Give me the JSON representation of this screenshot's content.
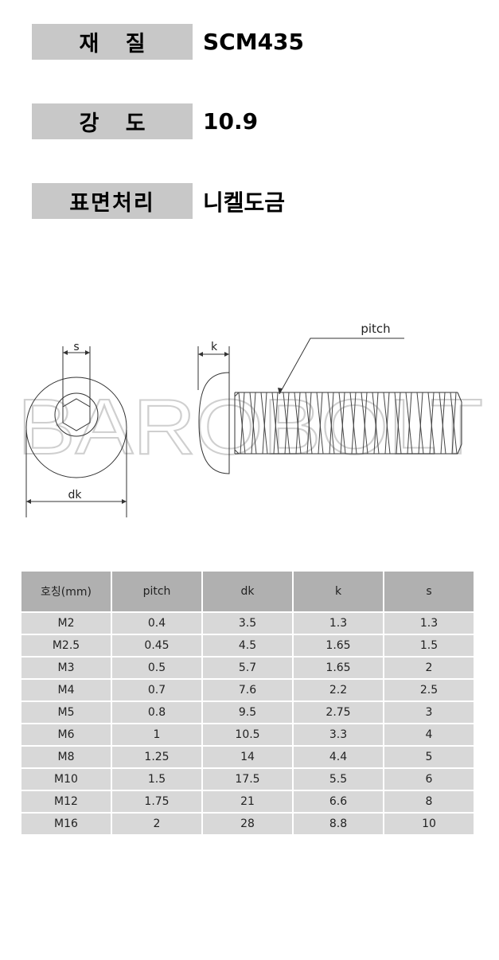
{
  "specs": [
    {
      "label": "재 질",
      "value": "SCM435"
    },
    {
      "label": "강 도",
      "value": "10.9"
    },
    {
      "label": "표면처리",
      "value": "니켈도금"
    }
  ],
  "diagram": {
    "watermark": "BAROBOLT",
    "label_s": "s",
    "label_dk": "dk",
    "label_k": "k",
    "label_pitch": "pitch"
  },
  "table": {
    "headers": [
      "호칭(mm)",
      "pitch",
      "dk",
      "k",
      "s"
    ],
    "rows": [
      [
        "M2",
        "0.4",
        "3.5",
        "1.3",
        "1.3"
      ],
      [
        "M2.5",
        "0.45",
        "4.5",
        "1.65",
        "1.5"
      ],
      [
        "M3",
        "0.5",
        "5.7",
        "1.65",
        "2"
      ],
      [
        "M4",
        "0.7",
        "7.6",
        "2.2",
        "2.5"
      ],
      [
        "M5",
        "0.8",
        "9.5",
        "2.75",
        "3"
      ],
      [
        "M6",
        "1",
        "10.5",
        "3.3",
        "4"
      ],
      [
        "M8",
        "1.25",
        "14",
        "4.4",
        "5"
      ],
      [
        "M10",
        "1.5",
        "17.5",
        "5.5",
        "6"
      ],
      [
        "M12",
        "1.75",
        "21",
        "6.6",
        "8"
      ],
      [
        "M16",
        "2",
        "28",
        "8.8",
        "10"
      ]
    ]
  }
}
